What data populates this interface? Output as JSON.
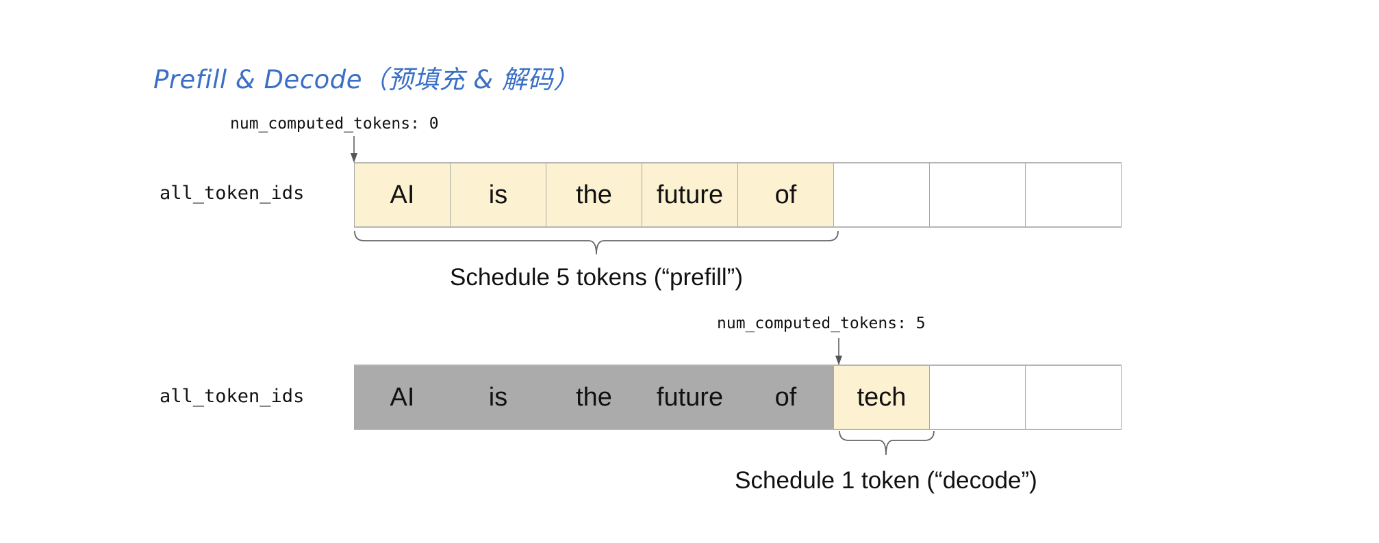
{
  "title": "Prefill & Decode（预填充 & 解码）",
  "colors": {
    "title": "#3a6fc6",
    "scheduled": "#fcf1d1",
    "computed": "#ababab",
    "empty": "#ffffff"
  },
  "prefill": {
    "pointer_label": "num_computed_tokens: 0",
    "row_label": "all_token_ids",
    "cells": [
      {
        "text": "AI",
        "state": "scheduled"
      },
      {
        "text": "is",
        "state": "scheduled"
      },
      {
        "text": "the",
        "state": "scheduled"
      },
      {
        "text": "future",
        "state": "scheduled"
      },
      {
        "text": "of",
        "state": "scheduled"
      },
      {
        "text": "",
        "state": "empty"
      },
      {
        "text": "",
        "state": "empty"
      },
      {
        "text": "",
        "state": "empty"
      }
    ],
    "caption": "Schedule 5 tokens (“prefill”)"
  },
  "decode": {
    "pointer_label": "num_computed_tokens: 5",
    "row_label": "all_token_ids",
    "cells": [
      {
        "text": "AI",
        "state": "computed"
      },
      {
        "text": "is",
        "state": "computed"
      },
      {
        "text": "the",
        "state": "computed"
      },
      {
        "text": "future",
        "state": "computed"
      },
      {
        "text": "of",
        "state": "computed"
      },
      {
        "text": "tech",
        "state": "scheduled"
      },
      {
        "text": "",
        "state": "empty"
      },
      {
        "text": "",
        "state": "empty"
      }
    ],
    "caption": "Schedule 1 token (“decode”)"
  }
}
